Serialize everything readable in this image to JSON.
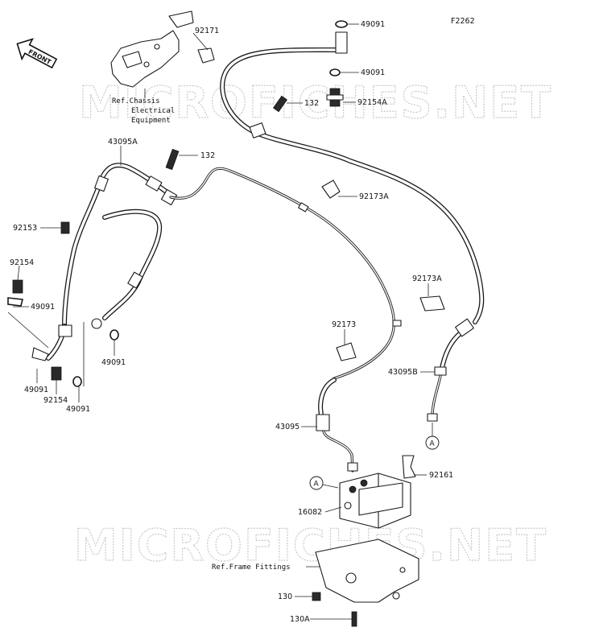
{
  "figure_code": "F2262",
  "watermark": "MICROFICHES.NET",
  "front_label": "FRONT",
  "references": {
    "chassis": [
      "Ref.Chassis",
      "Electrical",
      "Equipment"
    ],
    "frame": "Ref.Frame Fittings"
  },
  "callout_marker": "A",
  "part_labels": {
    "p49091_top": "49091",
    "p49091_mid": "49091",
    "p92171": "92171",
    "p132_top": "132",
    "p92154A": "92154A",
    "p43095A": "43095A",
    "p132_mid": "132",
    "p92173A_top": "92173A",
    "p92153": "92153",
    "p92154_left": "92154",
    "p49091_left": "49091",
    "p92173A_right": "92173A",
    "p92173": "92173",
    "p49091_center": "49091",
    "p49091_low": "49091",
    "p92154_low": "92154",
    "p49091_bottom": "49091",
    "p43095B": "43095B",
    "p43095": "43095",
    "p92161": "92161",
    "p16082": "16082",
    "p130": "130",
    "p130A": "130A"
  }
}
